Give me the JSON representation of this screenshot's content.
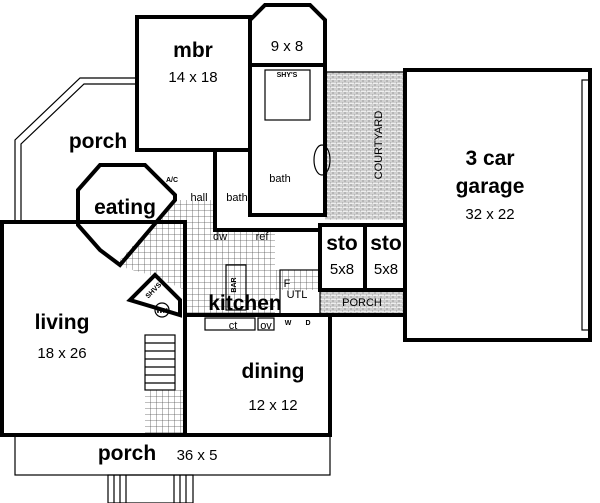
{
  "rooms": {
    "mbr": {
      "name": "mbr",
      "size": "14 x 18"
    },
    "bay": {
      "size": "9 x 8"
    },
    "porch_side": {
      "name": "porch"
    },
    "eating": {
      "name": "eating"
    },
    "hall": {
      "name": "hall"
    },
    "bath_small": {
      "name": "bath"
    },
    "bath_master": {
      "name": "bath"
    },
    "courtyard": {
      "name": "COURTYARD"
    },
    "garage": {
      "name_line1": "3 car",
      "name_line2": "garage",
      "size": "32 x 22"
    },
    "sto1": {
      "name": "sto",
      "size": "5x8"
    },
    "sto2": {
      "name": "sto",
      "size": "5x8"
    },
    "porch_small": {
      "name": "PORCH"
    },
    "kitchen": {
      "name": "kitchen"
    },
    "living": {
      "name": "living",
      "size": "18 x 26"
    },
    "dining": {
      "name": "dining",
      "size": "12 x 12"
    },
    "porch_front": {
      "name": "porch",
      "size": "36 x 5"
    }
  },
  "fixtures": {
    "dw": "dw",
    "ref": "ref",
    "bar": "BAR",
    "ct": "ct",
    "ov": "ov",
    "f": "F",
    "utl": "UTL",
    "w": "W",
    "d": "D",
    "ac": "A/C",
    "shvs": "SHVS",
    "wh": "WH",
    "shys": "SHY'S"
  }
}
